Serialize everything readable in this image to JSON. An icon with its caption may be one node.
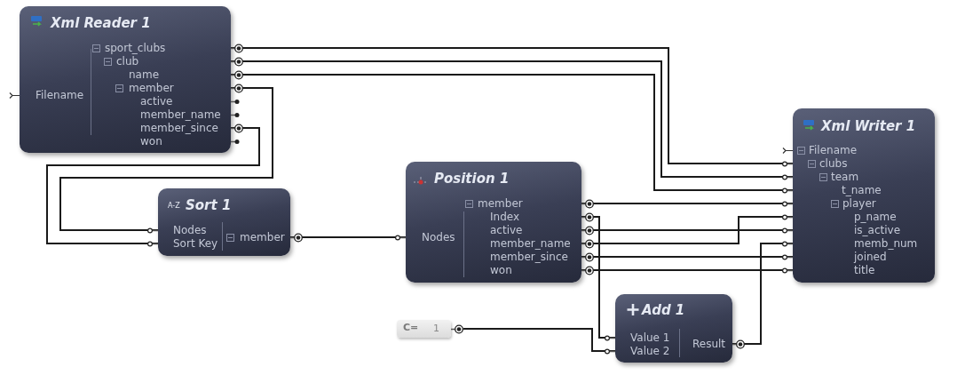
{
  "diagram": {
    "nodes": [
      {
        "text": [
          "Xml Reader 1"
        ]
      },
      {
        "text": [
          "Filename"
        ],
        "in": 0
      },
      {
        "text": [
          "sport_clubs"
        ],
        "in": 0
      },
      {
        "text": [
          "club"
        ],
        "in": 0
      },
      {
        "text": [
          "name"
        ],
        "in": 0
      },
      {
        "text": [
          "member"
        ],
        "in": 0
      },
      {
        "text": [
          "active"
        ],
        "in": 0
      },
      {
        "text": [
          "member_name"
        ],
        "in": 0
      },
      {
        "text": [
          "member_since"
        ],
        "in": 0
      },
      {
        "text": [
          "won"
        ],
        "in": 0
      },
      {
        "text": [
          "Sort 1"
        ]
      },
      {
        "text": [
          "Nodes"
        ],
        "in": 10
      },
      {
        "text": [
          "Sort Key"
        ],
        "in": 10
      },
      {
        "text": [
          "member"
        ],
        "in": 10
      },
      {
        "text": [
          "Position 1"
        ]
      },
      {
        "text": [
          "Nodes"
        ],
        "in": 14
      },
      {
        "text": [
          "member"
        ],
        "in": 14
      },
      {
        "text": [
          "Index"
        ],
        "in": 14
      },
      {
        "text": [
          "active"
        ],
        "in": 14
      },
      {
        "text": [
          "member_name"
        ],
        "in": 14
      },
      {
        "text": [
          "member_since"
        ],
        "in": 14
      },
      {
        "text": [
          "won"
        ],
        "in": 14
      },
      {
        "text": [
          "Xml Writer 1"
        ]
      },
      {
        "text": [
          "Filename"
        ],
        "in": 22
      },
      {
        "text": [
          "clubs"
        ],
        "in": 22
      },
      {
        "text": [
          "team"
        ],
        "in": 22
      },
      {
        "text": [
          "t_name"
        ],
        "in": 22
      },
      {
        "text": [
          "player"
        ],
        "in": 22
      },
      {
        "text": [
          "p_name"
        ],
        "in": 22
      },
      {
        "text": [
          "is_active"
        ],
        "in": 22
      },
      {
        "text": [
          "memb_num"
        ],
        "in": 22
      },
      {
        "text": [
          "joined"
        ],
        "in": 22
      },
      {
        "text": [
          "title"
        ],
        "in": 22
      },
      {
        "text": [
          "1"
        ]
      },
      {
        "text": [
          "Add 1"
        ]
      },
      {
        "text": [
          "Value 1"
        ],
        "in": 34
      },
      {
        "text": [
          "Value 2"
        ],
        "in": 34
      },
      {
        "text": [
          "Result"
        ],
        "in": 34
      }
    ],
    "edges": [
      {
        "from": 2,
        "to": 24,
        "arrow": "none"
      },
      {
        "from": 3,
        "to": 25,
        "arrow": "none"
      },
      {
        "from": 4,
        "to": 26,
        "arrow": "none"
      },
      {
        "from": 5,
        "to": 11,
        "arrow": "none"
      },
      {
        "from": 8,
        "to": 12,
        "arrow": "none"
      },
      {
        "from": 13,
        "to": 15,
        "arrow": "none"
      },
      {
        "from": 16,
        "to": 27,
        "arrow": "none"
      },
      {
        "from": 17,
        "to": 35,
        "arrow": "none"
      },
      {
        "from": 18,
        "to": 29,
        "arrow": "none"
      },
      {
        "from": 19,
        "to": 28,
        "arrow": "none"
      },
      {
        "from": 20,
        "to": 31,
        "arrow": "none"
      },
      {
        "from": 21,
        "to": 32,
        "arrow": "none"
      },
      {
        "from": 33,
        "to": 36,
        "arrow": "none"
      },
      {
        "from": 37,
        "to": 30,
        "arrow": "none"
      }
    ],
    "labels": [
      "A-Z",
      "C="
    ]
  }
}
